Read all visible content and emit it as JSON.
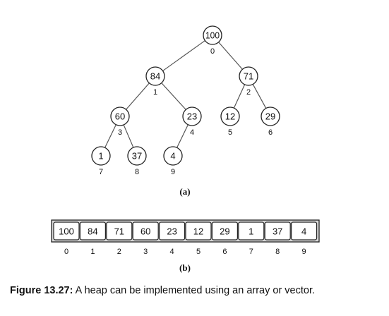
{
  "tree": {
    "nodes": [
      {
        "value": "100",
        "index": "0"
      },
      {
        "value": "84",
        "index": "1"
      },
      {
        "value": "71",
        "index": "2"
      },
      {
        "value": "60",
        "index": "3"
      },
      {
        "value": "23",
        "index": "4"
      },
      {
        "value": "12",
        "index": "5"
      },
      {
        "value": "29",
        "index": "6"
      },
      {
        "value": "1",
        "index": "7"
      },
      {
        "value": "37",
        "index": "8"
      },
      {
        "value": "4",
        "index": "9"
      }
    ],
    "edges": [
      [
        0,
        1
      ],
      [
        0,
        2
      ],
      [
        1,
        3
      ],
      [
        1,
        4
      ],
      [
        2,
        5
      ],
      [
        2,
        6
      ],
      [
        3,
        7
      ],
      [
        3,
        8
      ],
      [
        4,
        9
      ]
    ],
    "label": "(a)"
  },
  "array": {
    "values": [
      "100",
      "84",
      "71",
      "60",
      "23",
      "12",
      "29",
      "1",
      "37",
      "4"
    ],
    "indices": [
      "0",
      "1",
      "2",
      "3",
      "4",
      "5",
      "6",
      "7",
      "8",
      "9"
    ],
    "label": "(b)"
  },
  "caption": {
    "label": "Figure 13.27:",
    "text": " A heap can be implemented using an array or vector."
  }
}
